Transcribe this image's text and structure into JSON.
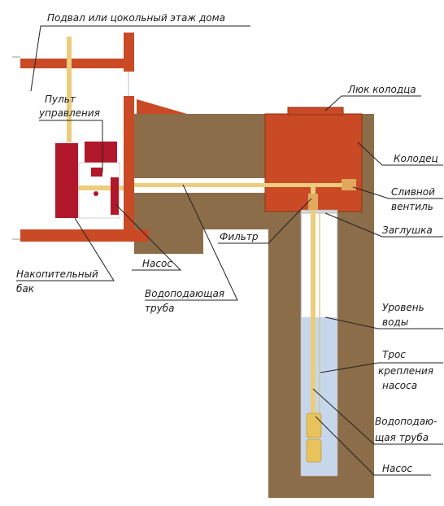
{
  "labels": {
    "basement": "Подвал или цокольный этаж дома",
    "control_panel_1": "Пульт",
    "control_panel_2": "управления",
    "accumulator_1": "Накопительный",
    "accumulator_2": "бак",
    "house_pump": "Насос",
    "supply_pipe_1": "Водоподающая",
    "supply_pipe_2": "труба",
    "well_hatch": "Люк колодца",
    "well": "Колодец",
    "drain_valve_1": "Сливной",
    "drain_valve_2": "вентиль",
    "filter": "Фильтр",
    "plug": "Заглушка",
    "water_level_1": "Уровень",
    "water_level_2": "воды",
    "cable_1": "Трос",
    "cable_2": "крепления",
    "cable_3": "насоса",
    "well_pipe_1": "Водоподаю-",
    "well_pipe_2": "щая труба",
    "well_pump": "Насос"
  },
  "colors": {
    "soil": "#8c6d49",
    "brick": "#c94a25",
    "equipment": "#b1172a",
    "pipe": "#eccd7d",
    "water": "#c6d7ec",
    "leader": "#222222"
  }
}
